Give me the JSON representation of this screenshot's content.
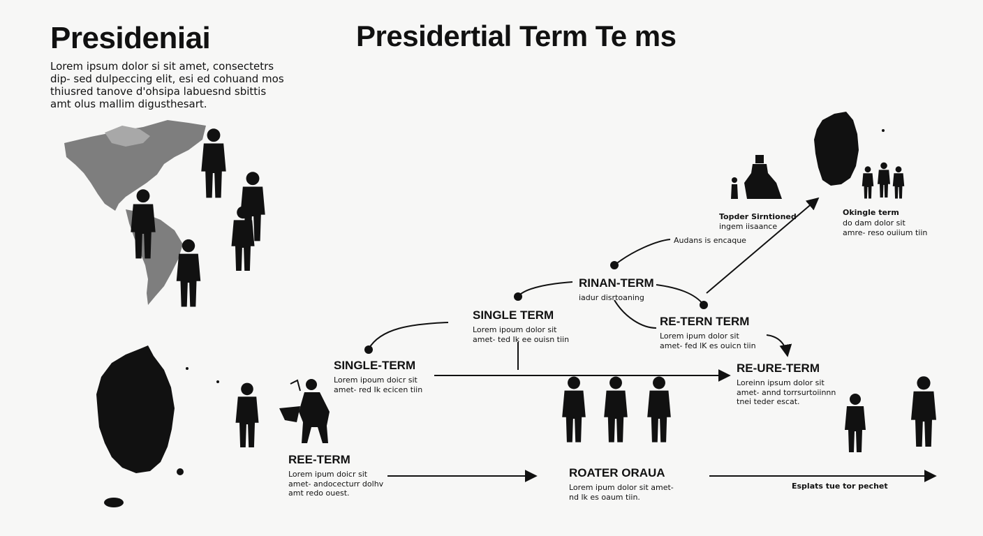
{
  "header": {
    "left_title": "Presideniai",
    "main_title": "Presidertial Term Te ms"
  },
  "intro": {
    "text": "Lorem ipsum dolor si sit amet, consectetrs dip- sed dulpeccing elit, esi ed cohuand mos thiusred tanove d'ohsipa labuesnd sbittis amt olus mallim digusthesart."
  },
  "nodes": {
    "single_term_left": {
      "title": "SINGLE-TERM",
      "desc": "Lorem ipoum doicr sit amet- red Ik ecicen tiin"
    },
    "single_term_mid": {
      "title": "SINGLE TERM",
      "desc": "Lorem ipoum dolor sit amet- ted Ik ee ouisn tiin"
    },
    "rinan_term": {
      "title": "RINAN-TERM",
      "desc": "iadur disrtoaning"
    },
    "re_tern_term": {
      "title": "RE-TERN TERM",
      "desc": "Lorem ipum dolor sit amet- fed lK es ouicn tiin"
    },
    "re_ure_term": {
      "title": "RE-URE-TERM",
      "desc": "Loreinn ipsum dolor sit amet- annd torrsurtoiinnn tnei teder escat."
    },
    "ree_term": {
      "title": "REE-TERM",
      "desc": "Lorem ipum doicr sit amet- andocecturr dolhv amt redo ouest."
    },
    "roater_oraua": {
      "title": "ROATER ORAUA",
      "desc": "Lorem ipum dolor sit amet- nd lk es oaum tiin."
    }
  },
  "labels": {
    "topper_title": "Topder Sirntioned",
    "topper_sub": "ingem iisaance",
    "audans": "Audans is encaque",
    "okingle_title": "Okingle term",
    "okingle_desc": "do dam dolor sit amre- reso ouiium tiin",
    "explats": "Esplats tue tor pechet"
  }
}
